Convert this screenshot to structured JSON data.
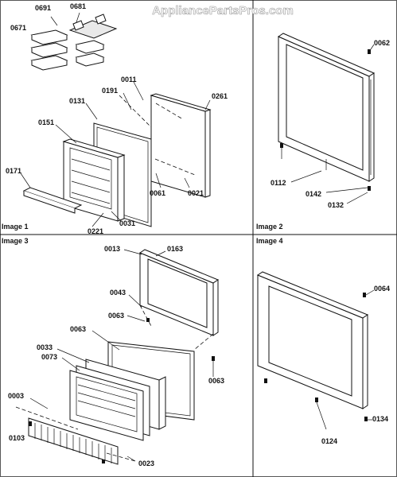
{
  "watermark": "AppliancePartsPros.com",
  "panels": [
    {
      "title": "Image 1"
    },
    {
      "title": "Image 2"
    },
    {
      "title": "Image 3"
    },
    {
      "title": "Image 4"
    }
  ],
  "labels": {
    "p1": [
      "0691",
      "0681",
      "0671",
      "0011",
      "0191",
      "0131",
      "0261",
      "0151",
      "0171",
      "0061",
      "0021",
      "0221",
      "0031"
    ],
    "p2": [
      "0062",
      "0112",
      "0142",
      "0132"
    ],
    "p3": [
      "0013",
      "0163",
      "0043",
      "0063",
      "0063",
      "0033",
      "0073",
      "0063",
      "0003",
      "0103",
      "0023"
    ],
    "p4": [
      "0064",
      "0134",
      "0124"
    ]
  }
}
